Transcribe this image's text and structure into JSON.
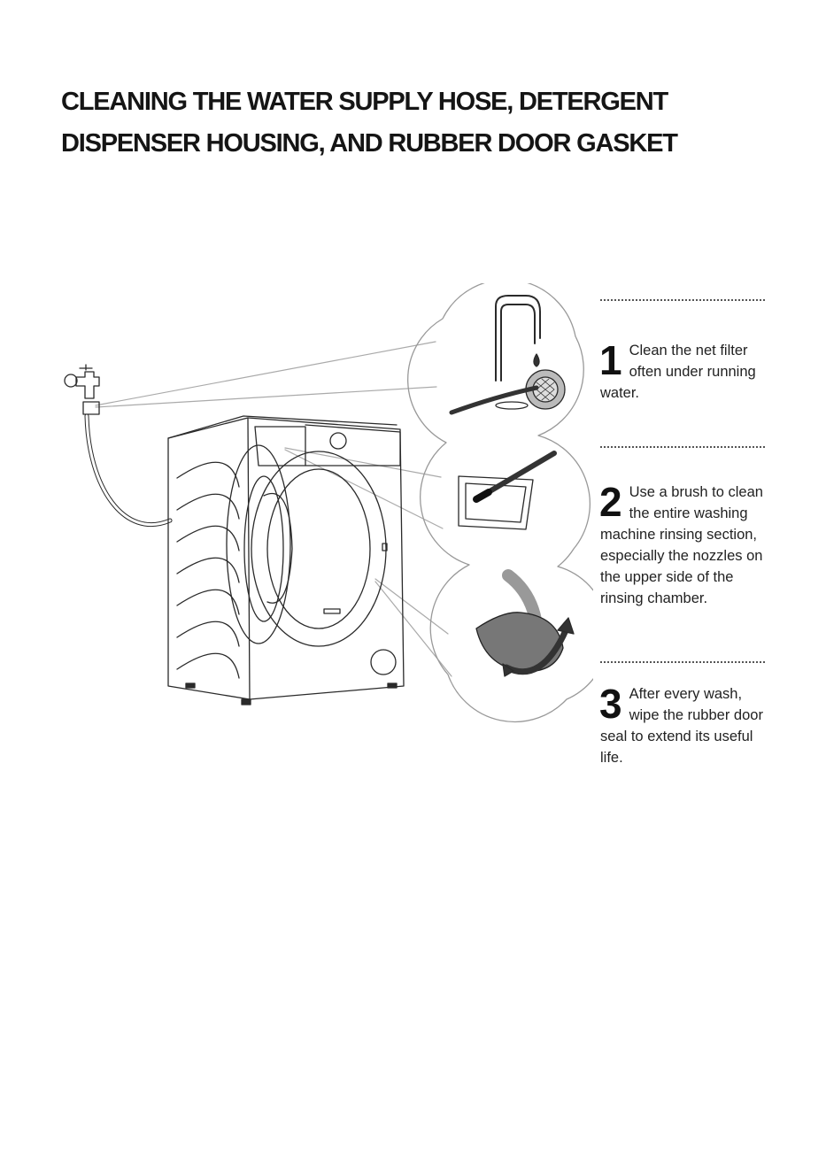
{
  "title": {
    "line1": "CLEANING THE WATER SUPPLY HOSE, DETERGENT",
    "line2": "DISPENSER HOUSING, AND RUBBER DOOR GASKET"
  },
  "steps": [
    {
      "number": "1",
      "text": "Clean the net filter often under running water."
    },
    {
      "number": "2",
      "text": "Use a brush to clean the entire washing machine rinsing section, especially the nozzles on the upper side of the rinsing chamber."
    },
    {
      "number": "3",
      "text": "After every wash, wipe the rubber door seal to extend its useful life."
    }
  ],
  "icons": {
    "machine": "washing-machine-icon",
    "tap": "water-tap-icon",
    "filter": "net-filter-icon",
    "brush": "brush-icon",
    "arrow": "rotate-arrow-icon"
  }
}
